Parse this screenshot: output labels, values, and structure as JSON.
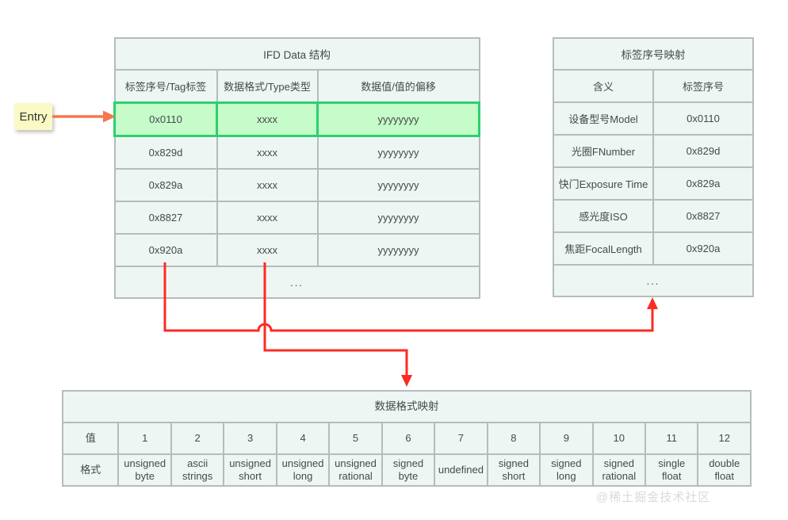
{
  "entry": {
    "label": "Entry"
  },
  "ifd_table": {
    "title": "IFD Data 结构",
    "headers": [
      "标签序号/Tag标签",
      "数据格式/Type类型",
      "数据值/值的偏移"
    ],
    "rows": [
      {
        "tag": "0x0110",
        "type": "xxxx",
        "value": "yyyyyyyy"
      },
      {
        "tag": "0x829d",
        "type": "xxxx",
        "value": "yyyyyyyy"
      },
      {
        "tag": "0x829a",
        "type": "xxxx",
        "value": "yyyyyyyy"
      },
      {
        "tag": "0x8827",
        "type": "xxxx",
        "value": "yyyyyyyy"
      },
      {
        "tag": "0x920a",
        "type": "xxxx",
        "value": "yyyyyyyy"
      }
    ],
    "ellipsis": "..."
  },
  "tag_map_table": {
    "title": "标签序号映射",
    "headers": [
      "含义",
      "标签序号"
    ],
    "rows": [
      {
        "meaning": "设备型号Model",
        "tag": "0x0110"
      },
      {
        "meaning": "光圈FNumber",
        "tag": "0x829d"
      },
      {
        "meaning": "快门Exposure Time",
        "tag": "0x829a"
      },
      {
        "meaning": "感光度ISO",
        "tag": "0x8827"
      },
      {
        "meaning": "焦距FocalLength",
        "tag": "0x920a"
      }
    ],
    "ellipsis": "..."
  },
  "format_table": {
    "title": "数据格式映射",
    "value_label": "值",
    "format_label": "格式",
    "values": [
      "1",
      "2",
      "3",
      "4",
      "5",
      "6",
      "7",
      "8",
      "9",
      "10",
      "11",
      "12"
    ],
    "formats": [
      "unsigned byte",
      "ascii strings",
      "unsigned short",
      "unsigned long",
      "unsigned rational",
      "signed byte",
      "undefined",
      "signed short",
      "signed long",
      "signed rational",
      "single float",
      "double float"
    ]
  },
  "watermark": "@稀土掘金技术社区",
  "colors": {
    "cell_fill": "#eef6f4",
    "grid_border": "#b5bcbc",
    "highlight_fill": "#c6fbca",
    "highlight_border": "#2bd16c",
    "connector_red": "#fa2c23",
    "entry_arrow_orange": "#f5764d",
    "note_yellow": "#fbfac5",
    "watermark_gray": "#dadada"
  }
}
